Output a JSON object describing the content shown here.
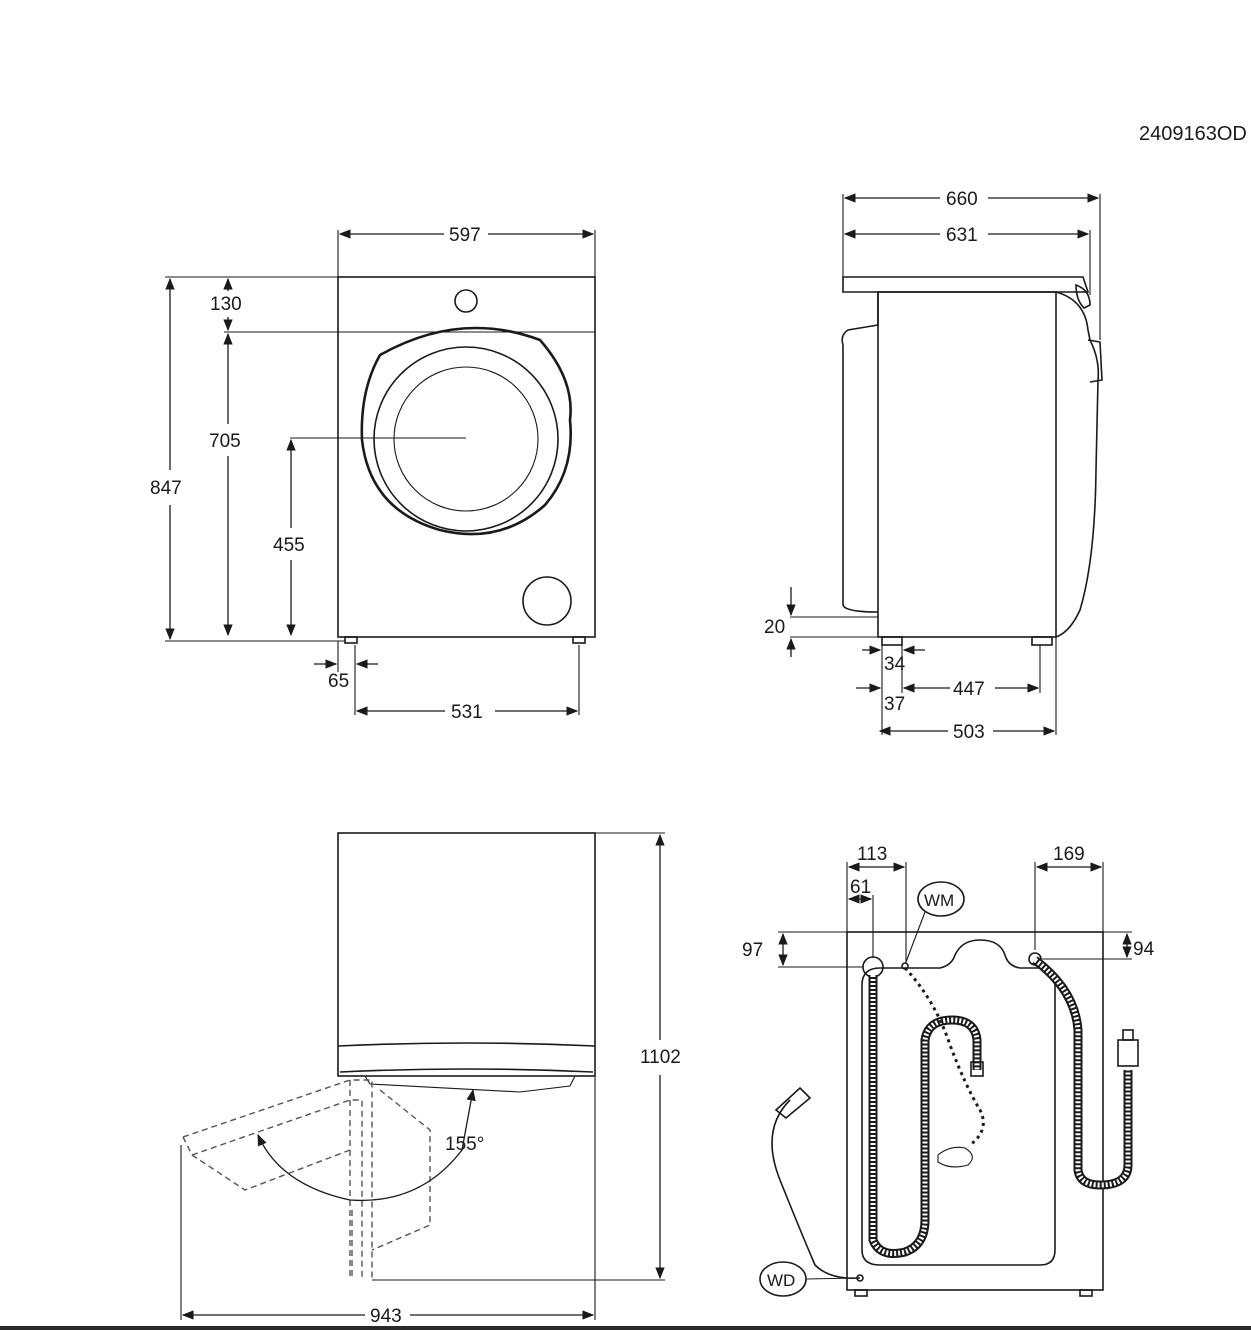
{
  "drawing_code": "2409163OD",
  "front_view": {
    "width": "597",
    "height_total": "847",
    "height_top_panel": "130",
    "height_to_panel": "705",
    "door_center_height": "455",
    "foot_inset": "65",
    "foot_spacing": "531"
  },
  "side_view": {
    "depth_total": "660",
    "depth_body": "631",
    "foot_height": "20",
    "foot_width": "34",
    "foot_offset": "37",
    "foot_spacing": "447",
    "base_depth": "503"
  },
  "door_view": {
    "height_door_open": "1102",
    "opening_angle": "155°",
    "depth_door_open": "943"
  },
  "rear_view": {
    "wm_label": "WM",
    "wd_label": "WD",
    "inlet_offset": "113",
    "drain_offset": "61",
    "inlet_top": "97",
    "right_offset": "169",
    "right_top": "94"
  }
}
